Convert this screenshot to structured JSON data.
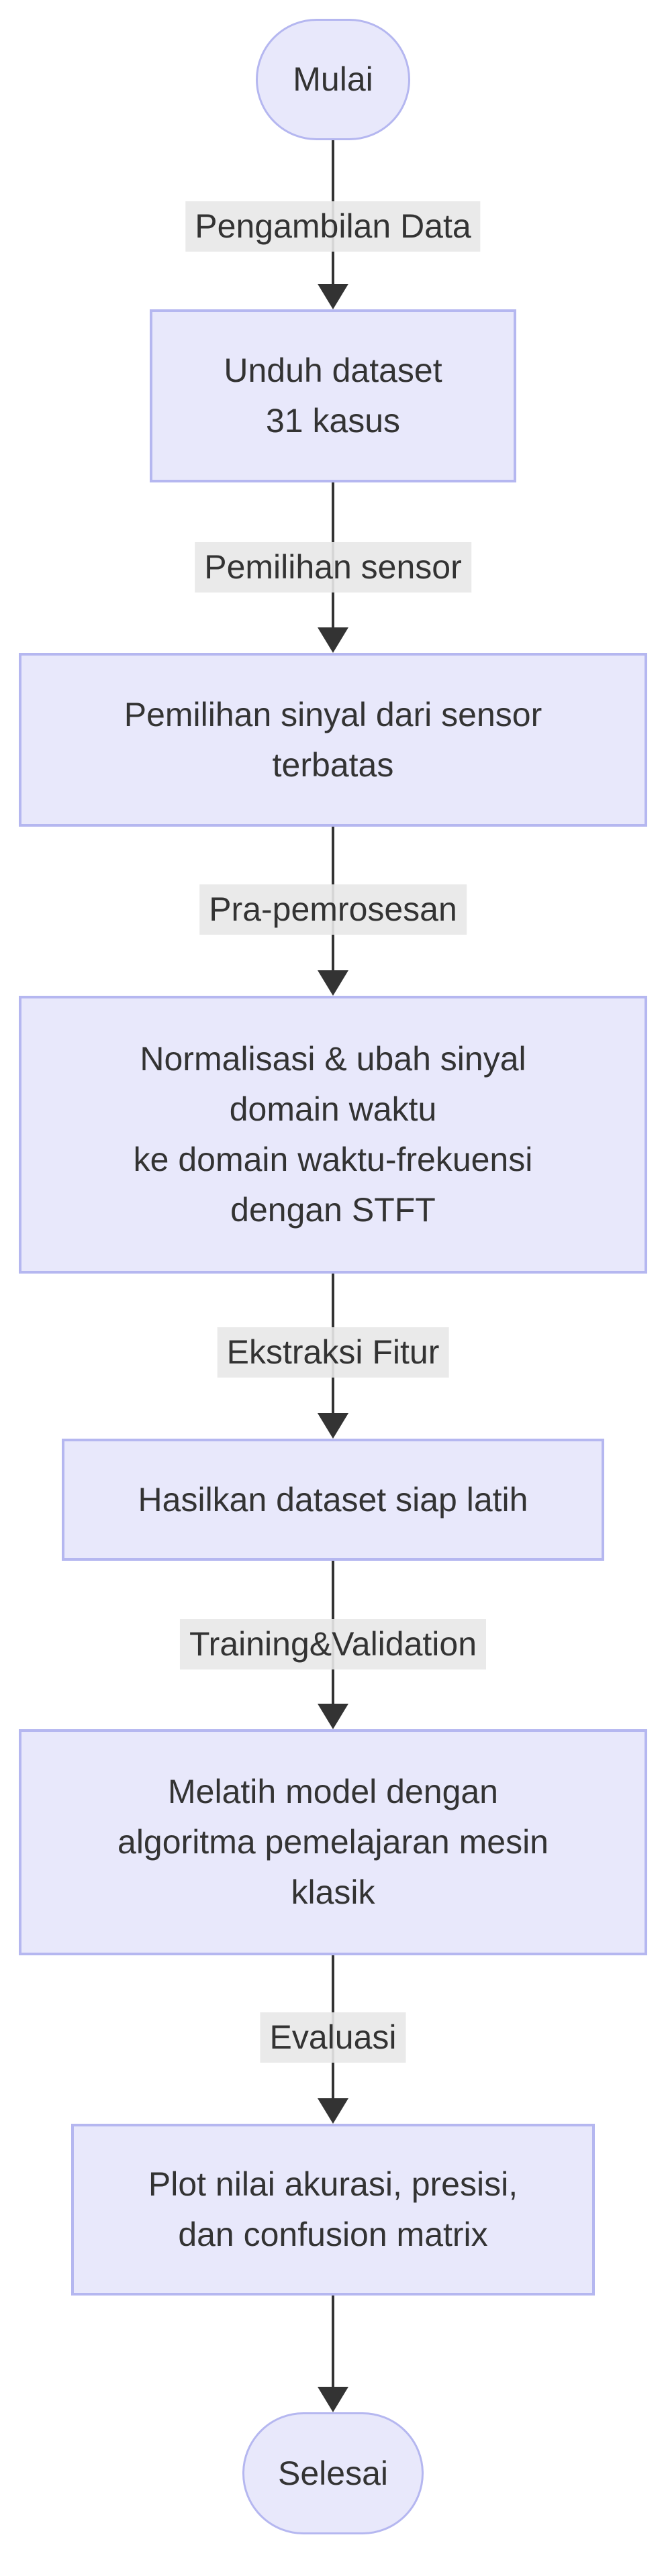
{
  "diagram": {
    "type": "flowchart",
    "direction": "top-down",
    "colors": {
      "background": "#ffffff",
      "text": "#333333",
      "node_fill": "#e8e8fb",
      "node_border": "#b5b7f0",
      "edge": "#333333",
      "edge_label_bg": "#e8e8e8"
    },
    "nodes": [
      {
        "id": "start",
        "shape": "stadium",
        "lines": [
          "Mulai"
        ]
      },
      {
        "id": "unduh-dataset",
        "shape": "rect",
        "lines": [
          "Unduh dataset",
          "31 kasus"
        ]
      },
      {
        "id": "pemilihan-sinyal",
        "shape": "rect",
        "lines": [
          "Pemilihan sinyal dari sensor",
          "terbatas"
        ]
      },
      {
        "id": "normalisasi-stft",
        "shape": "rect",
        "lines": [
          "Normalisasi & ubah sinyal",
          "domain waktu",
          "ke domain waktu-frekuensi",
          "dengan STFT"
        ]
      },
      {
        "id": "dataset-siap-latih",
        "shape": "rect",
        "lines": [
          "Hasilkan dataset siap latih"
        ]
      },
      {
        "id": "melatih-model",
        "shape": "rect",
        "lines": [
          "Melatih model dengan",
          "algoritma pemelajaran mesin",
          "klasik"
        ]
      },
      {
        "id": "plot-evaluasi",
        "shape": "rect",
        "lines": [
          "Plot nilai akurasi, presisi,",
          "dan confusion matrix"
        ]
      },
      {
        "id": "end",
        "shape": "stadium",
        "lines": [
          "Selesai"
        ]
      }
    ],
    "edges": [
      {
        "from": "start",
        "to": "unduh-dataset",
        "label": "Pengambilan Data"
      },
      {
        "from": "unduh-dataset",
        "to": "pemilihan-sinyal",
        "label": "Pemilihan sensor"
      },
      {
        "from": "pemilihan-sinyal",
        "to": "normalisasi-stft",
        "label": "Pra-pemrosesan"
      },
      {
        "from": "normalisasi-stft",
        "to": "dataset-siap-latih",
        "label": "Ekstraksi Fitur"
      },
      {
        "from": "dataset-siap-latih",
        "to": "melatih-model",
        "label": "Training&Validation"
      },
      {
        "from": "melatih-model",
        "to": "plot-evaluasi",
        "label": "Evaluasi"
      },
      {
        "from": "plot-evaluasi",
        "to": "end",
        "label": ""
      }
    ]
  }
}
